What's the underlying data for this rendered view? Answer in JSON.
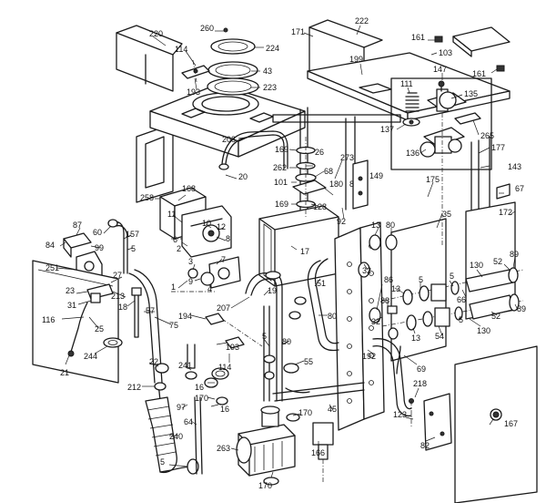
{
  "callouts": [
    {
      "id": "c220",
      "text": "220"
    },
    {
      "id": "c114a",
      "text": "114"
    },
    {
      "id": "c193a",
      "text": "193"
    },
    {
      "id": "c260",
      "text": "260"
    },
    {
      "id": "c224",
      "text": "224"
    },
    {
      "id": "c43",
      "text": "43"
    },
    {
      "id": "c223",
      "text": "223"
    },
    {
      "id": "c171",
      "text": "171"
    },
    {
      "id": "c222",
      "text": "222"
    },
    {
      "id": "c161a",
      "text": "161"
    },
    {
      "id": "c103",
      "text": "103"
    },
    {
      "id": "c199",
      "text": "199"
    },
    {
      "id": "c147",
      "text": "147"
    },
    {
      "id": "c161b",
      "text": "161"
    },
    {
      "id": "c111",
      "text": "111"
    },
    {
      "id": "c135",
      "text": "135"
    },
    {
      "id": "c137",
      "text": "137"
    },
    {
      "id": "c265",
      "text": "265"
    },
    {
      "id": "c136",
      "text": "136"
    },
    {
      "id": "c177",
      "text": "177"
    },
    {
      "id": "c143",
      "text": "143"
    },
    {
      "id": "c208",
      "text": "208"
    },
    {
      "id": "c169a",
      "text": "169"
    },
    {
      "id": "c26",
      "text": "26"
    },
    {
      "id": "c262",
      "text": "262"
    },
    {
      "id": "c68",
      "text": "68"
    },
    {
      "id": "c273",
      "text": "273"
    },
    {
      "id": "c149",
      "text": "149"
    },
    {
      "id": "c20",
      "text": "20"
    },
    {
      "id": "c101",
      "text": "101"
    },
    {
      "id": "c180",
      "text": "180"
    },
    {
      "id": "c8a",
      "text": "8"
    },
    {
      "id": "c175",
      "text": "175"
    },
    {
      "id": "c67",
      "text": "67"
    },
    {
      "id": "c172",
      "text": "172"
    },
    {
      "id": "c168",
      "text": "168"
    },
    {
      "id": "c258",
      "text": "258"
    },
    {
      "id": "c169b",
      "text": "169"
    },
    {
      "id": "c128",
      "text": "128"
    },
    {
      "id": "c92",
      "text": "92"
    },
    {
      "id": "c35",
      "text": "35"
    },
    {
      "id": "c11",
      "text": "11"
    },
    {
      "id": "c10",
      "text": "10"
    },
    {
      "id": "c12",
      "text": "12"
    },
    {
      "id": "c6",
      "text": "6"
    },
    {
      "id": "c2",
      "text": "2"
    },
    {
      "id": "c8b",
      "text": "8"
    },
    {
      "id": "c7",
      "text": "7"
    },
    {
      "id": "c3",
      "text": "3"
    },
    {
      "id": "c9",
      "text": "9"
    },
    {
      "id": "c4",
      "text": "4"
    },
    {
      "id": "c1",
      "text": "1"
    },
    {
      "id": "c87",
      "text": "87"
    },
    {
      "id": "c60",
      "text": "60"
    },
    {
      "id": "c157",
      "text": "157"
    },
    {
      "id": "c84",
      "text": "84"
    },
    {
      "id": "c99",
      "text": "99"
    },
    {
      "id": "c5a",
      "text": "5"
    },
    {
      "id": "c251",
      "text": "251"
    },
    {
      "id": "c17",
      "text": "17"
    },
    {
      "id": "c13a",
      "text": "13"
    },
    {
      "id": "c80a",
      "text": "80"
    },
    {
      "id": "c32a",
      "text": "32"
    },
    {
      "id": "c86",
      "text": "86"
    },
    {
      "id": "c130a",
      "text": "130"
    },
    {
      "id": "c52a",
      "text": "52"
    },
    {
      "id": "c89a",
      "text": "89"
    },
    {
      "id": "c27",
      "text": "27"
    },
    {
      "id": "c23",
      "text": "23"
    },
    {
      "id": "c31",
      "text": "31"
    },
    {
      "id": "c213",
      "text": "213"
    },
    {
      "id": "c18",
      "text": "18"
    },
    {
      "id": "c116",
      "text": "116"
    },
    {
      "id": "c25",
      "text": "25"
    },
    {
      "id": "c57",
      "text": "57"
    },
    {
      "id": "c75",
      "text": "75"
    },
    {
      "id": "c244",
      "text": "244"
    },
    {
      "id": "c21",
      "text": "21"
    },
    {
      "id": "c207",
      "text": "207"
    },
    {
      "id": "c194",
      "text": "194"
    },
    {
      "id": "c19",
      "text": "19"
    },
    {
      "id": "c51",
      "text": "51"
    },
    {
      "id": "c13b",
      "text": "13"
    },
    {
      "id": "c88",
      "text": "88"
    },
    {
      "id": "c5b",
      "text": "5"
    },
    {
      "id": "c5c",
      "text": "5"
    },
    {
      "id": "c66",
      "text": "66"
    },
    {
      "id": "c89b",
      "text": "89"
    },
    {
      "id": "c130b",
      "text": "130"
    },
    {
      "id": "c52b",
      "text": "52"
    },
    {
      "id": "c80b",
      "text": "80"
    },
    {
      "id": "c32b",
      "text": "32"
    },
    {
      "id": "c13c",
      "text": "13"
    },
    {
      "id": "c54",
      "text": "54"
    },
    {
      "id": "c5d",
      "text": "5"
    },
    {
      "id": "c193b",
      "text": "193"
    },
    {
      "id": "c5e",
      "text": "5"
    },
    {
      "id": "c80c",
      "text": "80"
    },
    {
      "id": "c55",
      "text": "55"
    },
    {
      "id": "c114b",
      "text": "114"
    },
    {
      "id": "c16a",
      "text": "16"
    },
    {
      "id": "c192",
      "text": "192"
    },
    {
      "id": "c69",
      "text": "69"
    },
    {
      "id": "c241",
      "text": "241"
    },
    {
      "id": "c22",
      "text": "22"
    },
    {
      "id": "c212",
      "text": "212"
    },
    {
      "id": "c97",
      "text": "97"
    },
    {
      "id": "c170a",
      "text": "170"
    },
    {
      "id": "c16b",
      "text": "16"
    },
    {
      "id": "c64",
      "text": "64"
    },
    {
      "id": "c45",
      "text": "45"
    },
    {
      "id": "c218",
      "text": "218"
    },
    {
      "id": "c123",
      "text": "123"
    },
    {
      "id": "c82",
      "text": "82"
    },
    {
      "id": "c167",
      "text": "167"
    },
    {
      "id": "c170b",
      "text": "170"
    },
    {
      "id": "c240",
      "text": "240"
    },
    {
      "id": "c263",
      "text": "263"
    },
    {
      "id": "c166",
      "text": "166"
    },
    {
      "id": "c5f",
      "text": "5"
    },
    {
      "id": "c170c",
      "text": "170"
    }
  ]
}
